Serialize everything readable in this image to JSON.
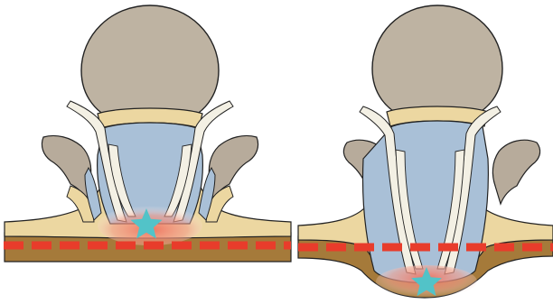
{
  "figure": {
    "panels": [
      {
        "id": "left",
        "variant": "star-above-line",
        "cut_line_dashed": true
      },
      {
        "id": "right",
        "variant": "star-below-line",
        "cut_line_dashed": true
      }
    ],
    "colors": {
      "head": "#beb3a2",
      "outline": "#222222",
      "muscle_blue": "#a9c0d7",
      "fat_yellow": "#ecd7a1",
      "skin_brown": "#a57a3a",
      "tissue_white": "#f3f0e4",
      "glow_red": "#ef6f5c",
      "cut_line": "#e83c2b",
      "star": "#52c3c8",
      "bone": "#b7ab9b"
    },
    "icons": [
      "star-icon"
    ]
  }
}
